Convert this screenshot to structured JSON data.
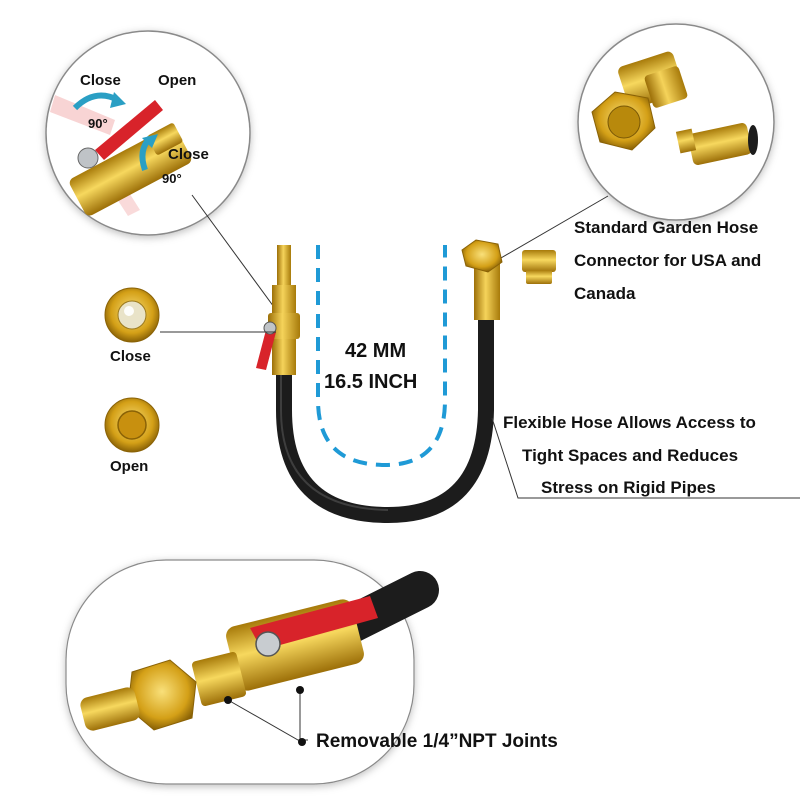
{
  "callouts": {
    "valve_close_top": "Close",
    "valve_open_top": "Open",
    "valve_close_right": "Close",
    "angle_top": "90°",
    "angle_bottom": "90°",
    "state_close": "Close",
    "state_open": "Open",
    "garden_line1": "Standard Garden Hose",
    "garden_line2": "Connector for USA and",
    "garden_line3": "Canada",
    "flex_line1": "Flexible Hose Allows Access to",
    "flex_line2": "Tight Spaces and Reduces",
    "flex_line3": "Stress on Rigid Pipes",
    "dim_line1": "42 MM",
    "dim_line2": "16.5 INCH",
    "npt_label": "Removable 1/4”NPT Joints"
  },
  "colors": {
    "brass": "#d4a017",
    "brass_dark": "#a77a0a",
    "hose": "#1c1c1c",
    "handle_red": "#d8232a",
    "dim_blue": "#1f9ad6",
    "arrow_teal": "#2a9fc4"
  }
}
